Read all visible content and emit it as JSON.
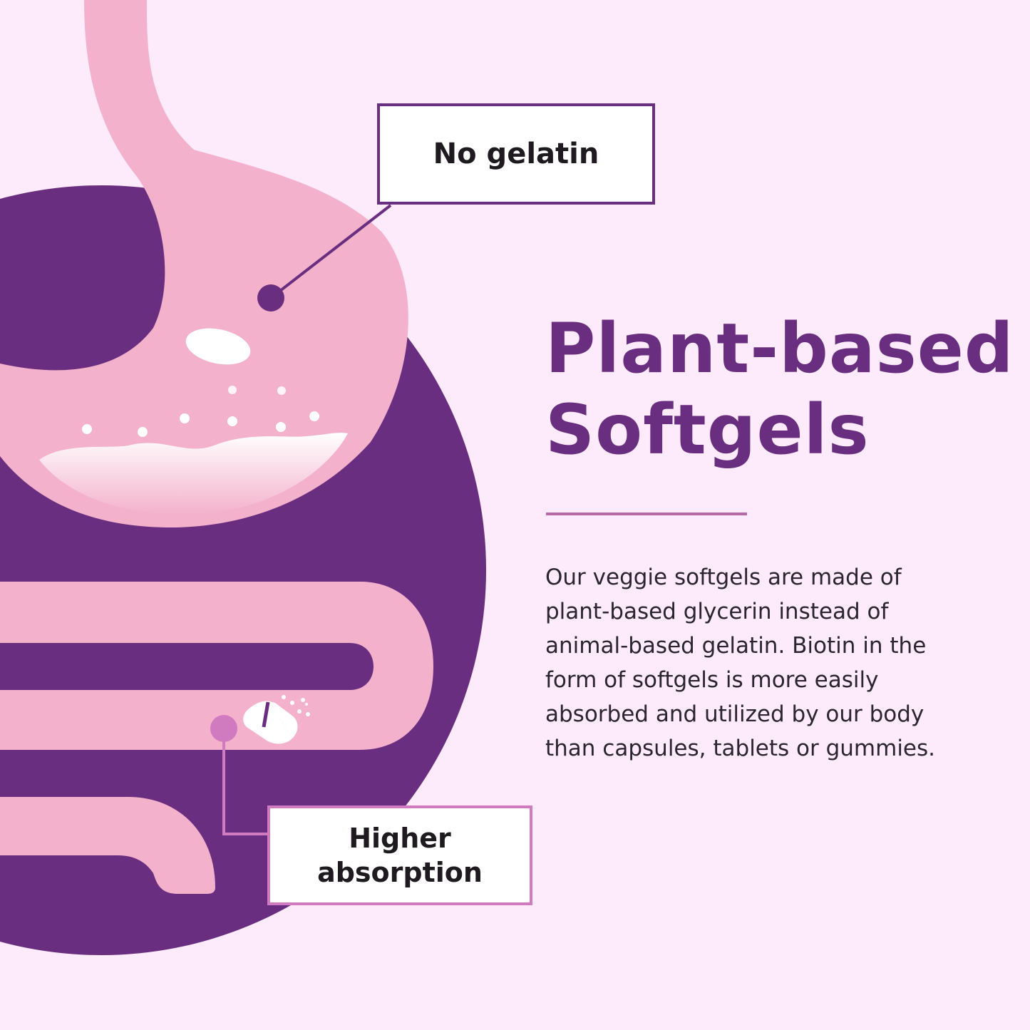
{
  "callouts": {
    "no_gelatin": "No gelatin",
    "higher_absorption_line1": "Higher",
    "higher_absorption_line2": "absorption"
  },
  "headline": {
    "line1": "Plant-based",
    "line2": "Softgels"
  },
  "body": {
    "lines": [
      "Our veggie softgels are made of",
      "plant-based glycerin instead of",
      "animal-based gelatin. Biotin in the",
      "form of softgels is more easily",
      "absorbed and utilized by our body",
      "than capsules, tablets or gummies."
    ]
  },
  "colors": {
    "background": "#fdeafb",
    "dark_purple": "#6a2e80",
    "organ_pink": "#f3b1cb",
    "accent_pink": "#d07ac0",
    "divider": "#b56aa8"
  }
}
